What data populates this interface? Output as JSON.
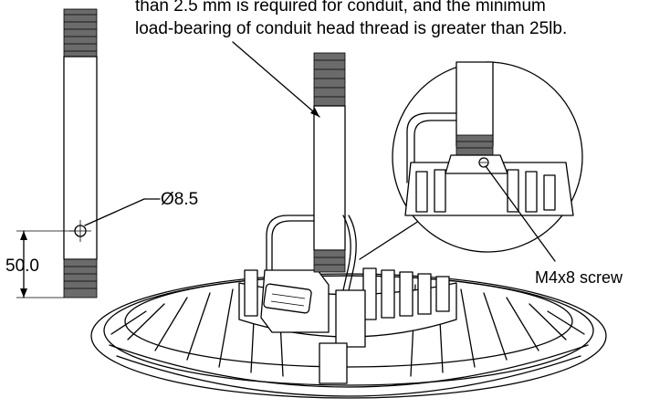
{
  "caption": {
    "line1": "than 2.5 mm is required for conduit, and the minimum",
    "line2": "load-bearing of conduit head thread is greater than 25lb."
  },
  "labels": {
    "hole_diameter": "Ø8.5",
    "distance": "50.0",
    "screw": "M4x8 screw"
  },
  "colors": {
    "line": "#000000",
    "thread": "#6b6b6b",
    "background": "#ffffff"
  }
}
